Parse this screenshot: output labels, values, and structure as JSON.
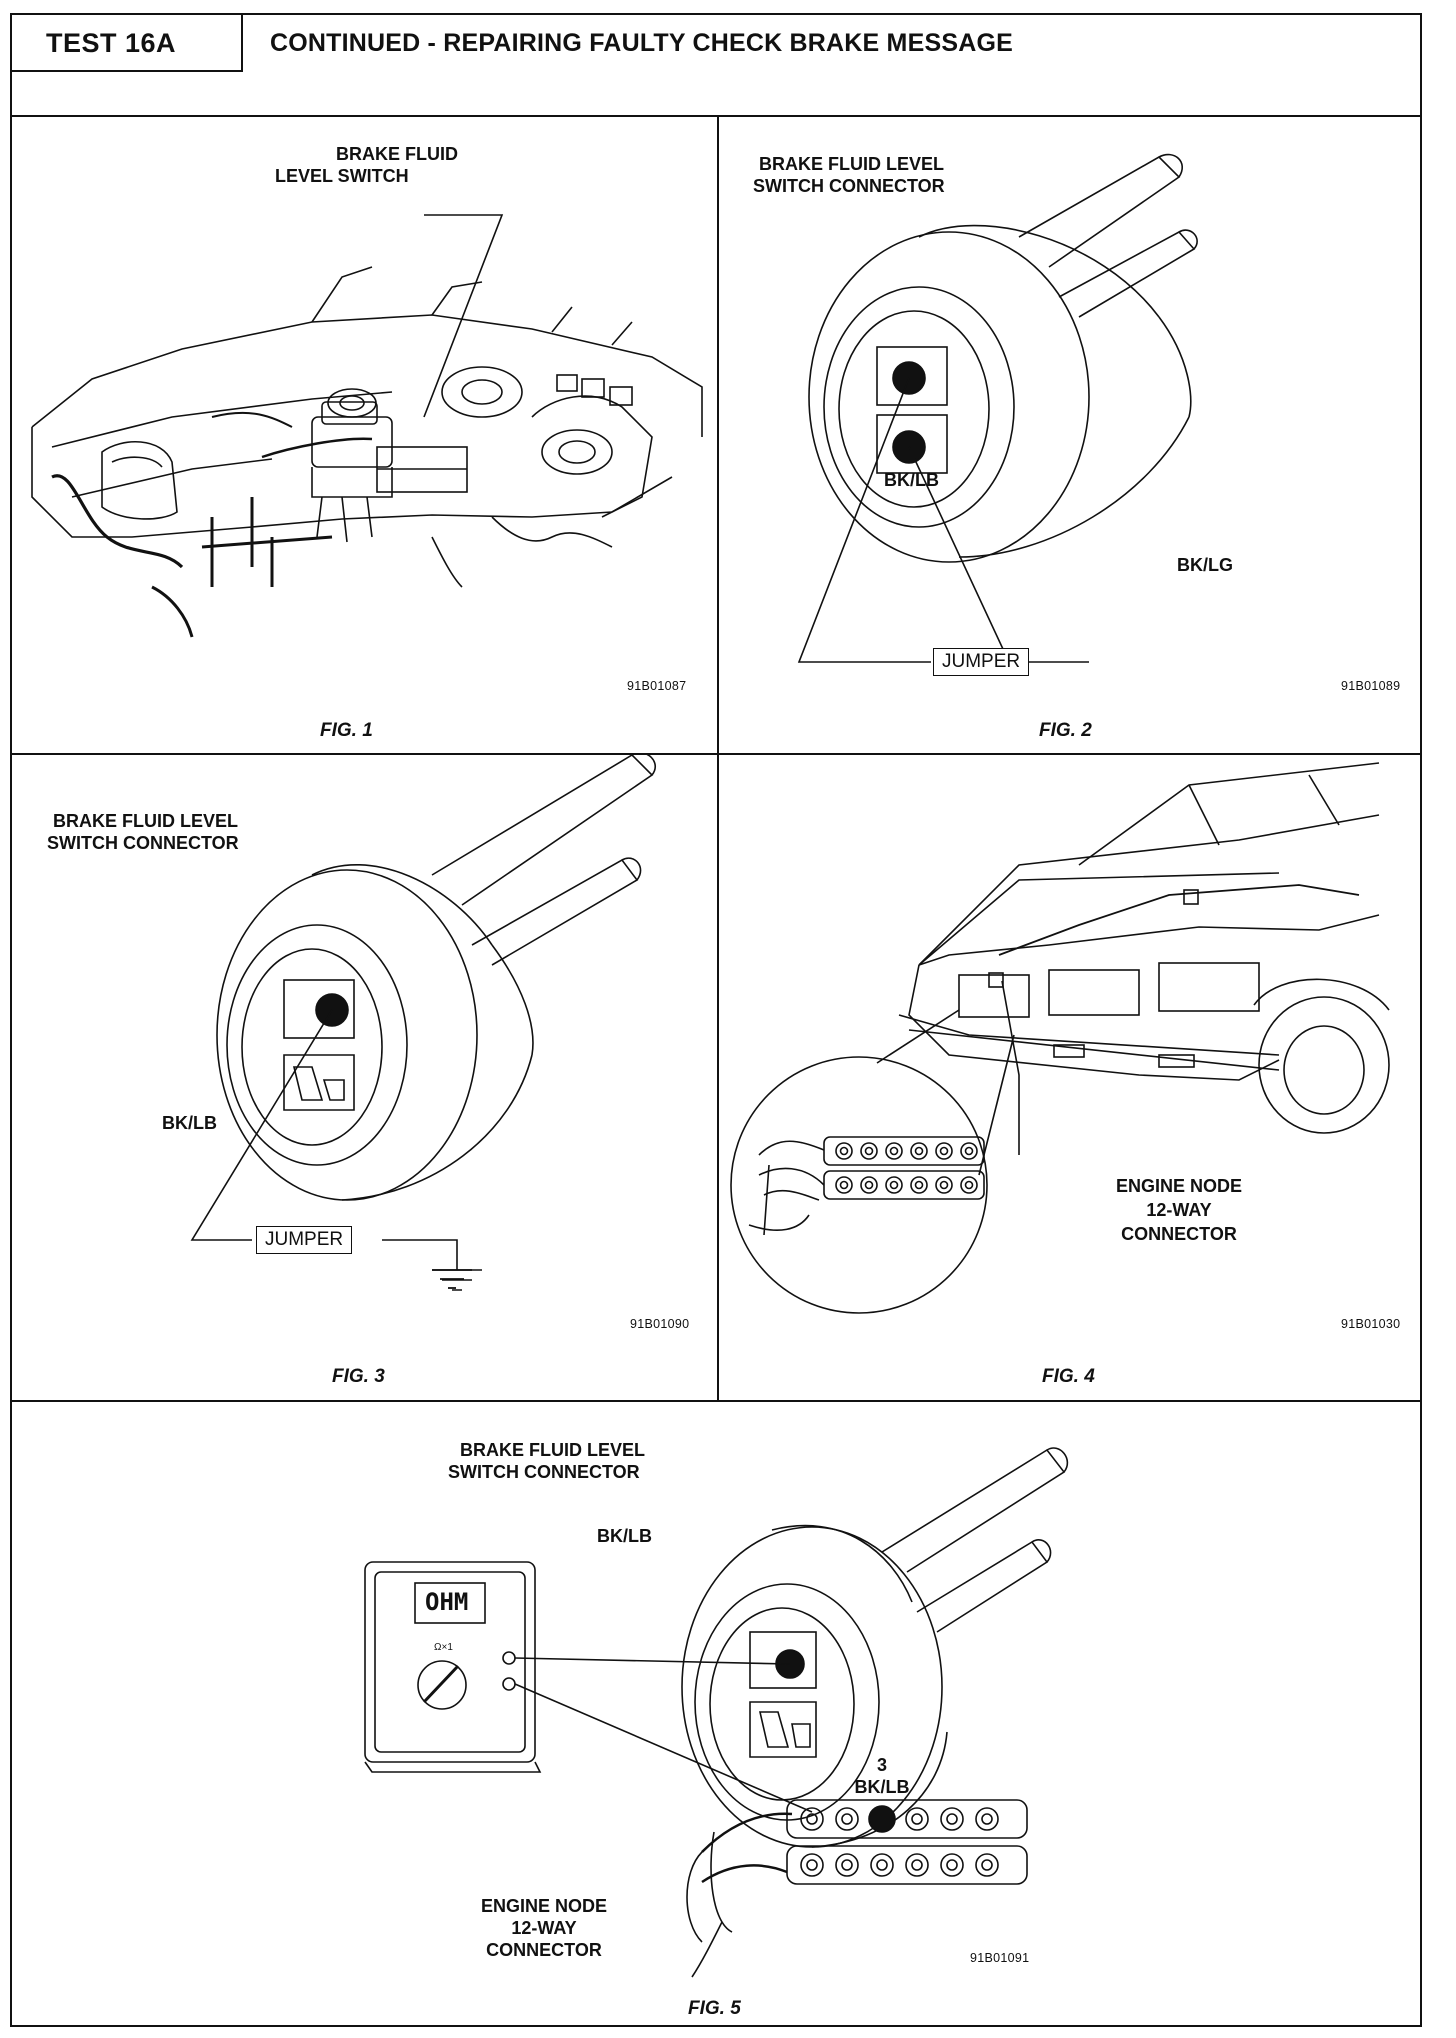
{
  "header": {
    "test_label": "TEST 16A",
    "title": "CONTINUED - REPAIRING FAULTY CHECK BRAKE MESSAGE"
  },
  "figures": [
    {
      "caption": "FIG. 1",
      "code": "91B01087",
      "labels": [
        "BRAKE FLUID",
        "LEVEL  SWITCH"
      ]
    },
    {
      "caption": "FIG. 2",
      "code": "91B01089",
      "labels": [
        "BRAKE FLUID LEVEL",
        "SWITCH CONNECTOR",
        "BK/LB",
        "BK/LG",
        "JUMPER"
      ]
    },
    {
      "caption": "FIG. 3",
      "code": "91B01090",
      "labels": [
        "BRAKE FLUID LEVEL",
        "SWITCH CONNECTOR",
        "BK/LB",
        "JUMPER"
      ]
    },
    {
      "caption": "FIG. 4",
      "code": "91B01030",
      "labels": [
        "ENGINE NODE",
        "12-WAY",
        "CONNECTOR"
      ]
    },
    {
      "caption": "FIG. 5",
      "code": "91B01091",
      "labels": [
        "BRAKE FLUID LEVEL",
        "SWITCH CONNECTOR",
        "BK/LB",
        "3",
        "BK/LB",
        "ENGINE NODE",
        "12-WAY",
        "CONNECTOR",
        "OHM",
        "Ω×1"
      ]
    }
  ],
  "icons": [
    "ground-icon",
    "ohmmeter-icon",
    "connector-icon",
    "vehicle-icon",
    "engine-bay-icon"
  ]
}
